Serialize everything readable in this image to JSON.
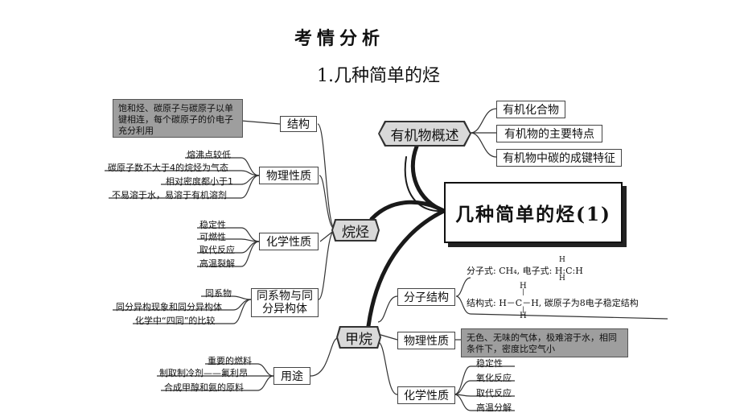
{
  "header": {
    "title": "考情分析",
    "subtitle": "1.几种简单的烃"
  },
  "center": {
    "label": "几种简单的烃(1)"
  },
  "overview": {
    "label": "有机物概述",
    "items": [
      "有机化合物",
      "有机物的主要特点",
      "有机物中碳的成键特征"
    ]
  },
  "alkane": {
    "label": "烷烃",
    "structure": {
      "label": "结构",
      "note": "饱和烃、碳原子与碳原子以单键相连，每个碳原子的价电子充分利用"
    },
    "physical": {
      "label": "物理性质",
      "items": [
        "熔沸点较低",
        "碳原子数不大于4的烷烃为气态",
        "相对密度都小于1",
        "不易溶于水，易溶于有机溶剂"
      ]
    },
    "chemical": {
      "label": "化学性质",
      "items": [
        "稳定性",
        "可燃性",
        "取代反应",
        "高温裂解"
      ]
    },
    "homolog": {
      "label_line1": "同系物与同",
      "label_line2": "分异构体",
      "items": [
        "同系物",
        "同分异构现象和同分异构体",
        "化学中“四同”的比较"
      ]
    }
  },
  "methane": {
    "label": "甲烷",
    "molecular": {
      "label": "分子结构",
      "formula_line": "分子式: CH₄, 电子式: H:C:H",
      "struct_line": "结构式: H－C－H, 碳原子为8电子稳定结构"
    },
    "physical": {
      "label": "物理性质",
      "note": "无色、无味的气体，极难溶于水，相同条件下，密度比空气小"
    },
    "chemical": {
      "label": "化学性质",
      "items": [
        "稳定性",
        "氧化反应",
        "取代反应",
        "高温分解"
      ]
    },
    "uses": {
      "label": "用途",
      "items": [
        "重要的燃料",
        "制取制冷剂——氟利昂",
        "合成甲醇和氨的原料"
      ]
    }
  }
}
